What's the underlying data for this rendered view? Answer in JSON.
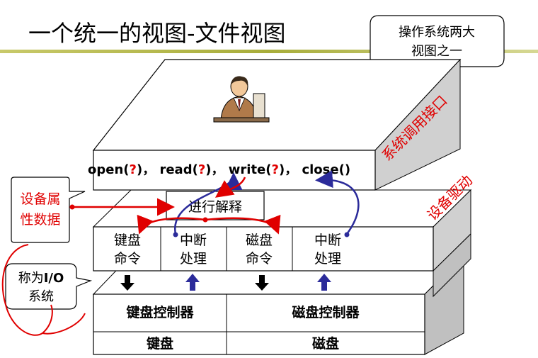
{
  "title": "一个统一的视图-文件视图",
  "callout_top": {
    "line1": "操作系统两大",
    "line2": "视图之一"
  },
  "syscall": {
    "open": "open(",
    "read": "read(",
    "write": "write(",
    "close": "close()",
    "q": "?",
    "close_paren": ")",
    "sep": "，"
  },
  "side_labels": {
    "syscall_interface": "系统调用接口",
    "device_driver": "设备驱动"
  },
  "interpret": "进行解释",
  "modules": [
    {
      "line1": "键盘",
      "line2": "命令"
    },
    {
      "line1": "中断",
      "line2": "处理"
    },
    {
      "line1": "磁盘",
      "line2": "命令"
    },
    {
      "line1": "中断",
      "line2": "处理"
    }
  ],
  "controllers": {
    "keyboard": "键盘控制器",
    "disk": "磁盘控制器"
  },
  "devices": {
    "keyboard": "键盘",
    "disk": "磁盘"
  },
  "device_attr": {
    "line1": "设备属",
    "line2": "性数据"
  },
  "io_note": {
    "line1": "称为",
    "io": "I/O",
    "line2": "系统"
  },
  "colors": {
    "accent_olive": "#a8ad3a",
    "red": "#e00000",
    "blue": "#2b2b9a",
    "layer_side": "#c0c0c0"
  }
}
